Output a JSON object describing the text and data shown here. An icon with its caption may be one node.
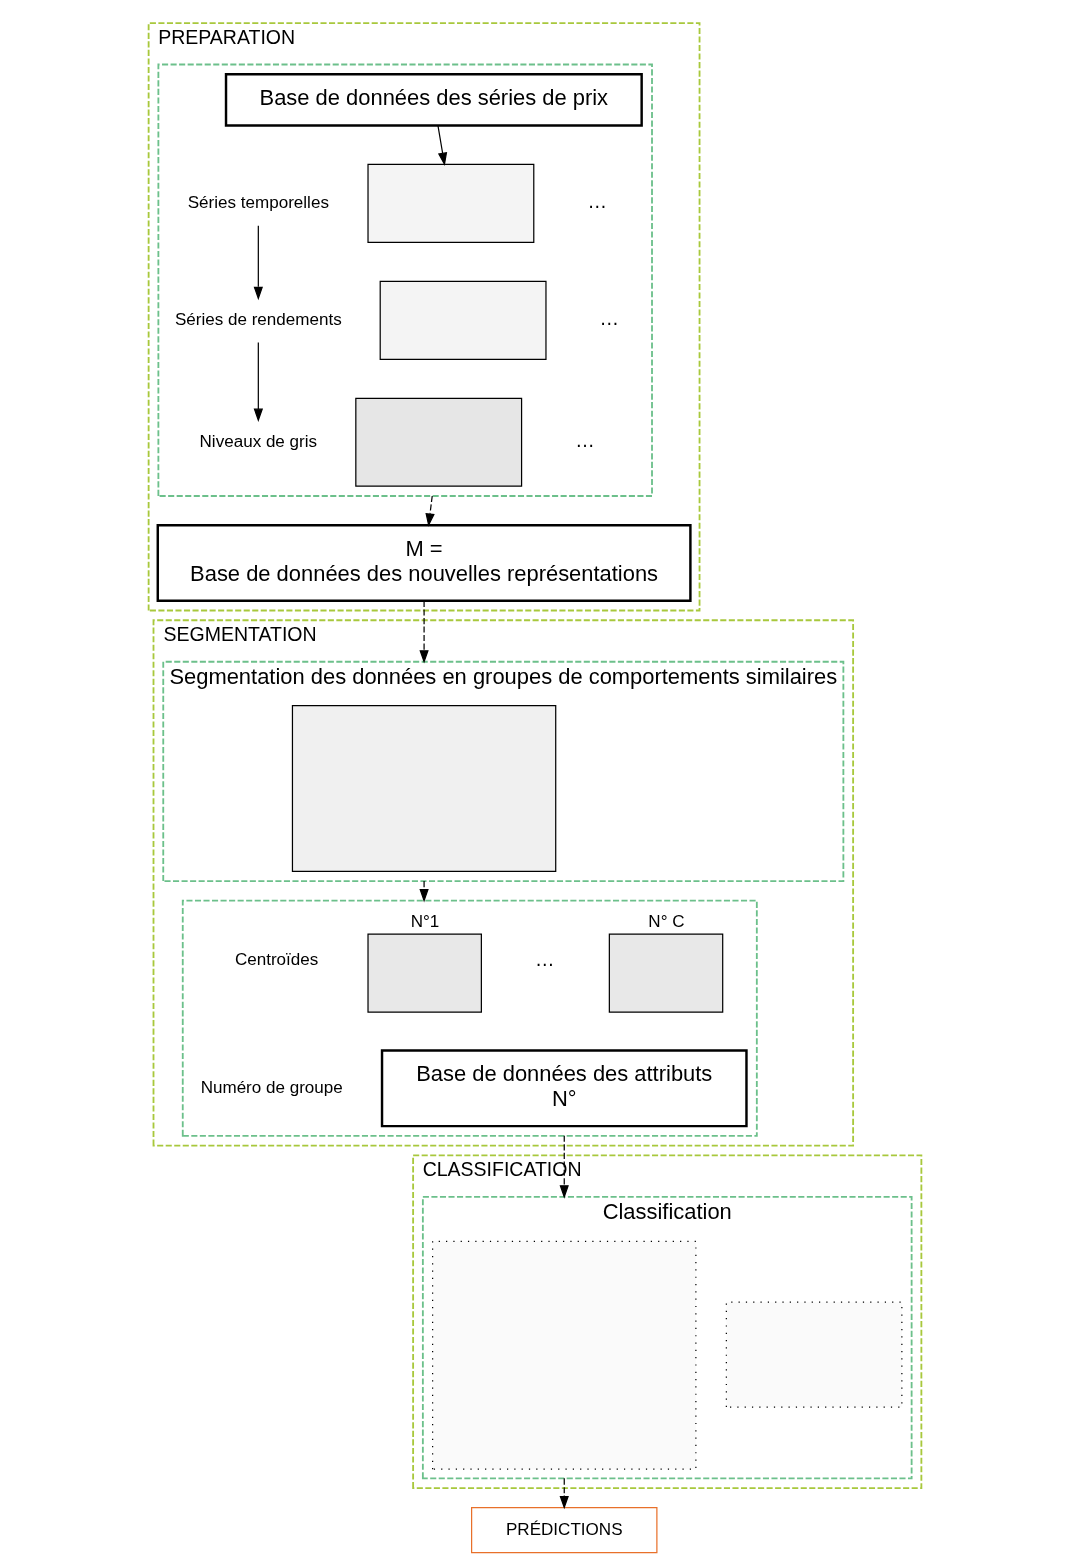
{
  "diagram": {
    "nodes": [
      {
        "text": [
          "PREPARATION"
        ]
      },
      {
        "text": [],
        "shape": "box",
        "in": 0
      },
      {
        "text": [
          "Base de données des séries de prix"
        ],
        "in": 1
      },
      {
        "text": [
          "Séries temporelles"
        ],
        "in": 1
      },
      {
        "text": [],
        "shape": "box",
        "in": 1
      },
      {
        "text": [
          "Séries de rendements"
        ],
        "in": 1
      },
      {
        "text": [],
        "shape": "box",
        "in": 1
      },
      {
        "text": [
          "Niveaux de gris"
        ],
        "in": 1
      },
      {
        "text": [],
        "shape": "box",
        "in": 1
      },
      {
        "text": [
          "M =",
          "Base de données des nouvelles représentations"
        ],
        "in": 0
      },
      {
        "text": [
          "SEGMENTATION"
        ]
      },
      {
        "text": [
          "Segmentation des données en groupes de comportements similaires"
        ],
        "in": 10
      },
      {
        "text": [],
        "shape": "box",
        "in": 11
      },
      {
        "text": [],
        "shape": "box",
        "in": 10
      },
      {
        "text": [
          "Centroïdes"
        ],
        "in": 13
      },
      {
        "text": [],
        "shape": "box",
        "in": 13,
        "beside": [
          "N°1"
        ]
      },
      {
        "text": [],
        "shape": "box",
        "in": 13,
        "beside": [
          "N° C"
        ]
      },
      {
        "text": [
          "Numéro de groupe"
        ],
        "in": 13
      },
      {
        "text": [
          "Base de données des attributs",
          "N°"
        ],
        "in": 13
      },
      {
        "text": [
          "CLASSIFICATION"
        ]
      },
      {
        "text": [
          "Classification"
        ],
        "in": 19
      },
      {
        "text": [],
        "shape": "box",
        "in": 20
      },
      {
        "text": [],
        "shape": "box",
        "in": 20
      },
      {
        "text": [
          "PRÉDICTIONS"
        ]
      }
    ],
    "edges": [
      {
        "from": 2,
        "to": 4,
        "arrow": "to"
      },
      {
        "from": 3,
        "to": 5,
        "arrow": "to"
      },
      {
        "from": 5,
        "to": 7,
        "arrow": "to"
      },
      {
        "from": 1,
        "to": 9,
        "arrow": "to",
        "style": "dashed"
      },
      {
        "from": 9,
        "to": 11,
        "arrow": "to",
        "style": "dashed"
      },
      {
        "from": 11,
        "to": 13,
        "arrow": "to",
        "style": "dashed"
      },
      {
        "from": 13,
        "to": 20,
        "arrow": "to",
        "style": "dashed"
      },
      {
        "from": 20,
        "to": 23,
        "arrow": "to",
        "style": "dashed"
      }
    ],
    "labels": [
      "…",
      "…",
      "…",
      "…"
    ]
  }
}
